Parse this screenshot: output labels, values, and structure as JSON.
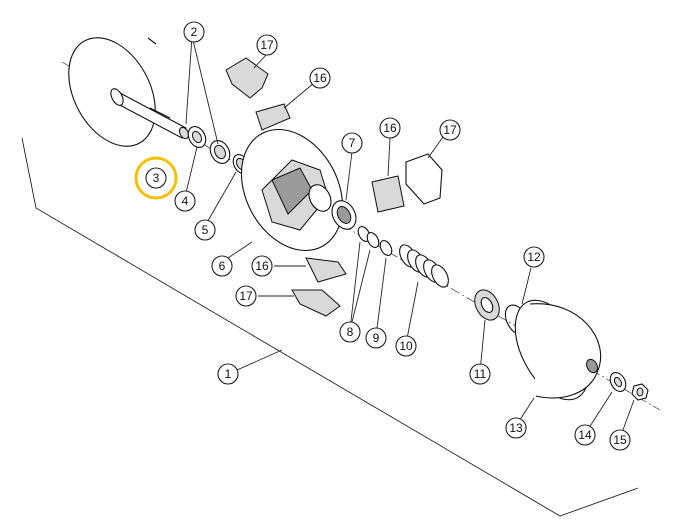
{
  "callouts": {
    "c1": "1",
    "c2": "2",
    "c3": "3",
    "c4": "4",
    "c5": "5",
    "c6": "6",
    "c7": "7",
    "c8": "8",
    "c9": "9",
    "c10": "10",
    "c11": "11",
    "c12": "12",
    "c13": "13",
    "c14": "14",
    "c15": "15",
    "c16a": "16",
    "c16b": "16",
    "c16c": "16",
    "c17a": "17",
    "c17b": "17",
    "c17c": "17"
  },
  "highlight": {
    "target": "3",
    "color": "#f2c200"
  }
}
